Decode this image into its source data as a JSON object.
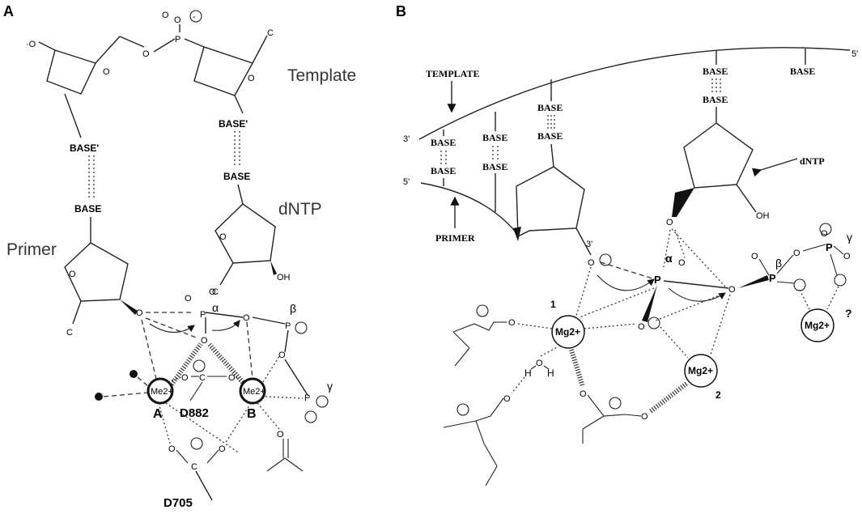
{
  "panels": {
    "a": {
      "panel_label": "A",
      "template_label": "Template",
      "dntp_label": "dNTP",
      "primer_label": "Primer",
      "base_prime_1": "BASE'",
      "base_prime_2": "BASE'",
      "base_1": "BASE",
      "base_2": "BASE",
      "oh_label": "OH",
      "alpha": "α",
      "beta": "β",
      "gamma": "γ",
      "metal_a_symbol": "Me2+",
      "metal_b_symbol": "Me2+",
      "metal_a_label": "A",
      "metal_b_label": "B",
      "residue_1": "D882",
      "residue_2": "D705"
    },
    "b": {
      "panel_label": "B",
      "template_arrow_label": "TEMPLATE",
      "primer_arrow_label": "PRIMER",
      "dntp_label": "dNTP",
      "three_prime": "3'",
      "five_prime": "5'",
      "five_prime_right": "5'",
      "base_label": "BASE",
      "oh_label": "OH",
      "alpha": "α",
      "beta": "β",
      "gamma": "γ",
      "p_label": "P",
      "mg_label": "Mg2+",
      "mg_1_number": "1",
      "mg_2_number": "2",
      "mg_3_question": "?",
      "h_label": "H",
      "o_label": "O",
      "minus": "⊖"
    }
  }
}
